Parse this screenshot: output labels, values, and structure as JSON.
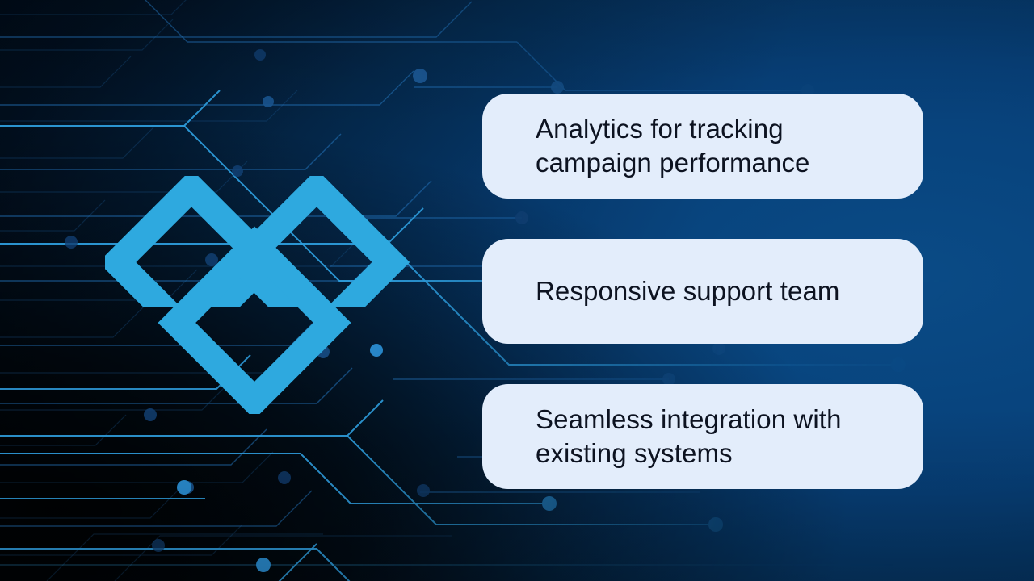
{
  "slide": {
    "background": {
      "style_name": "circuit-board-tech",
      "base_color": "#063a70",
      "dark_color": "#00070f",
      "line_color": "#1b6fb5",
      "accent_line_color": "#2f9fe0",
      "node_color": "#1d76c4"
    },
    "logo": {
      "name": "interlocking-diamonds-heart-logo",
      "color": "#2ea9df",
      "shapes": 3
    },
    "cards": [
      {
        "id": "card-analytics",
        "text": "Analytics for tracking\ncampaign performance",
        "bg_color": "#e3edfb",
        "text_color": "#0d1321"
      },
      {
        "id": "card-support",
        "text": "Responsive support team",
        "bg_color": "#e3edfb",
        "text_color": "#0d1321"
      },
      {
        "id": "card-integration",
        "text": "Seamless integration with\nexisting systems",
        "bg_color": "#e3edfb",
        "text_color": "#0d1321"
      }
    ]
  }
}
